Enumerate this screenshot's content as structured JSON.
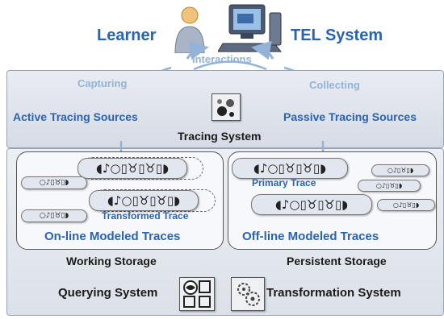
{
  "top": {
    "learner": "Learner",
    "tel_system": "TEL System",
    "interactions": "Interactions"
  },
  "tracing": {
    "capturing": "Capturing",
    "collecting": "Collecting",
    "active_sources": "Active Tracing Sources",
    "passive_sources": "Passive Tracing Sources",
    "tracing_system": "Tracing System"
  },
  "storage": {
    "primary_trace": "Primary Trace",
    "transformed_trace": "Transformed Trace",
    "online_traces": "On-line Modeled Traces",
    "offline_traces": "Off-line Modeled Traces",
    "working_storage": "Working Storage",
    "persistent_storage": "Persistent Storage"
  },
  "systems": {
    "querying": "Querying System",
    "transformation": "Transformation System"
  },
  "colors": {
    "accent_blue": "#2a63b0",
    "light_blue": "#93b3d8"
  },
  "icons": [
    "learner-person-icon",
    "computer-icon",
    "tracing-system-icon",
    "querying-system-icon",
    "transformation-system-icon",
    "trace-symbols-icon"
  ]
}
